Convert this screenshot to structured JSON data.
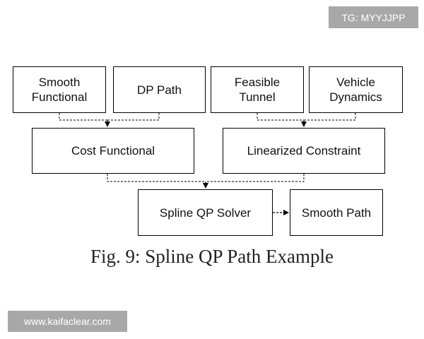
{
  "watermarks": {
    "top": "TG: MYYJJPP",
    "bottom": "www.kaifaclear.com"
  },
  "boxes": {
    "smooth_functional": "Smooth\nFunctional",
    "dp_path": "DP Path",
    "feasible_tunnel": "Feasible\nTunnel",
    "vehicle_dynamics": "Vehicle\nDynamics",
    "cost_functional": "Cost Functional",
    "linearized_constraint": "Linearized Constraint",
    "spline_qp_solver": "Spline QP Solver",
    "smooth_path": "Smooth Path"
  },
  "caption": "Fig. 9: Spline QP Path Example",
  "colors": {
    "line": "#000000",
    "watermark_bg": "#a8a8a8",
    "watermark_text": "#ffffff"
  }
}
